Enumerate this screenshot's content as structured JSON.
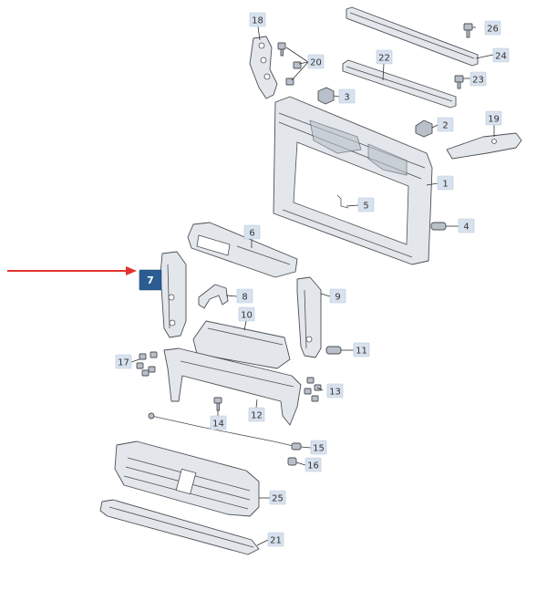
{
  "diagram": {
    "callouts": [
      "1",
      "2",
      "3",
      "4",
      "5",
      "6",
      "7",
      "8",
      "9",
      "10",
      "11",
      "12",
      "13",
      "14",
      "15",
      "16",
      "17",
      "19",
      "18",
      "20",
      "21",
      "22",
      "23",
      "24",
      "25",
      "26"
    ],
    "highlighted": "7",
    "highlight_color": "#2b5d93",
    "pointer_color": "#e0322b",
    "callout_fill": "#d8e2ee"
  }
}
